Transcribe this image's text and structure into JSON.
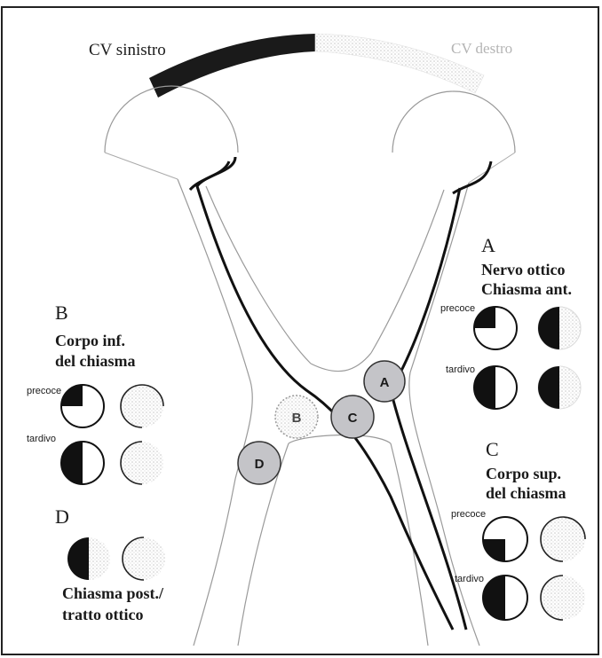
{
  "visual_field": {
    "left_label": "CV sinistro",
    "right_label": "CV destro"
  },
  "lesion_markers": [
    "A",
    "B",
    "C",
    "D"
  ],
  "panels": {
    "A": {
      "letter": "A",
      "title_line1": "Nervo ottico",
      "title_line2": "Chiasma ant.",
      "early_label": "precoce",
      "late_label": "tardivo"
    },
    "B": {
      "letter": "B",
      "title_line1": "Corpo inf.",
      "title_line2": "del chiasma",
      "early_label": "precoce",
      "late_label": "tardivo"
    },
    "C": {
      "letter": "C",
      "title_line1": "Corpo sup.",
      "title_line2": "del chiasma",
      "early_label": "precoce",
      "late_label": "tardivo"
    },
    "D": {
      "letter": "D",
      "title_line1": "Chiasma post./",
      "title_line2": "tratto ottico"
    }
  },
  "colors": {
    "ink": "#1a1a1a",
    "marker_fill": "#c4c4c8",
    "stipple": "#d8d8d8",
    "frame": "#222222"
  }
}
